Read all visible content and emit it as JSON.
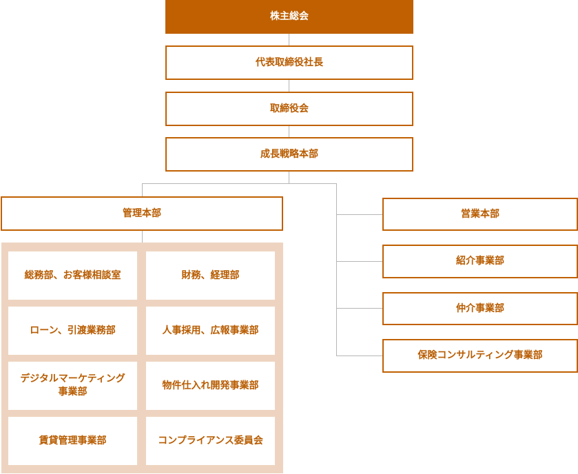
{
  "colors": {
    "accent": "#c06000",
    "text": "#b85c00",
    "panel": "#eed4c0",
    "connector": "#b5b5b5"
  },
  "nodes": {
    "shareholders": "株主総会",
    "ceo": "代表取締役社長",
    "board": "取締役会",
    "strategy": "成長戦略本部",
    "admin": "管理本部",
    "sales": "営業本部",
    "referral": "紹介事業部",
    "brokerage": "仲介事業部",
    "insurance": "保険コンサルティング事業部"
  },
  "admin_units": [
    "総務部、お客様相談室",
    "財務、経理部",
    "ローン、引渡業務部",
    "人事採用、広報事業部",
    "デジタルマーケティング\n事業部",
    "物件仕入れ開発事業部",
    "賃貸管理事業部",
    "コンプライアンス委員会"
  ]
}
